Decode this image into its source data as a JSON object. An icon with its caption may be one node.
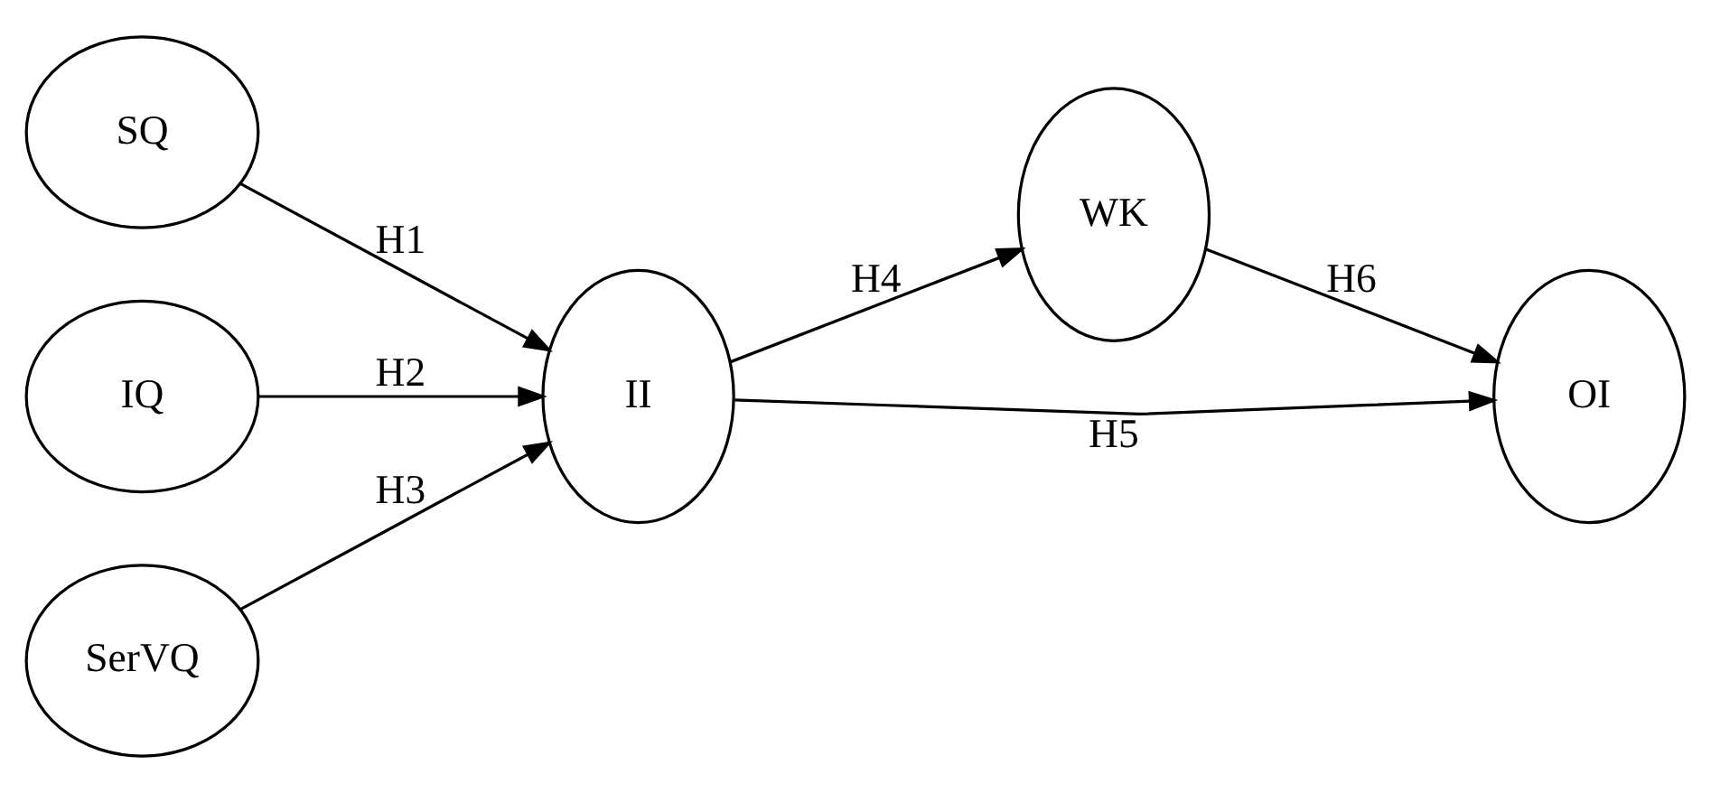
{
  "diagram": {
    "nodes": [
      {
        "text": [
          "SQ"
        ]
      },
      {
        "text": [
          "IQ"
        ]
      },
      {
        "text": [
          "SerVQ"
        ]
      },
      {
        "text": [
          "II"
        ]
      },
      {
        "text": [
          "WK"
        ]
      },
      {
        "text": [
          "OI"
        ]
      }
    ],
    "edges": [
      {
        "from": 0,
        "to": 3,
        "arrow": "to",
        "label": "H1"
      },
      {
        "from": 1,
        "to": 3,
        "arrow": "to",
        "label": "H2"
      },
      {
        "from": 2,
        "to": 3,
        "arrow": "to",
        "label": "H3"
      },
      {
        "from": 3,
        "to": 4,
        "arrow": "to",
        "label": "H4"
      },
      {
        "from": 3,
        "to": 5,
        "arrow": "to",
        "label": "H5"
      },
      {
        "from": 4,
        "to": 5,
        "arrow": "to",
        "label": "H6"
      }
    ]
  }
}
